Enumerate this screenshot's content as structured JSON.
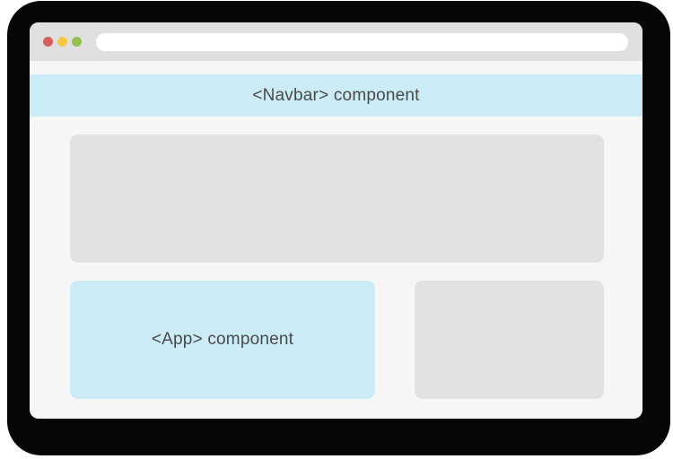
{
  "browser": {
    "traffic_lights": [
      "red",
      "yellow",
      "green"
    ],
    "url_bar_value": "",
    "url_bar_placeholder": ""
  },
  "diagram": {
    "navbar_label": "<Navbar> component",
    "app_label": "<App> component"
  },
  "colors": {
    "shadow_black": "#060606",
    "window_bg": "#f6f6f6",
    "toolbar_bg": "#e1e0e0",
    "urlbar_bg": "#ffffff",
    "dot_red": "#d4605c",
    "dot_yellow": "#f5c645",
    "dot_green": "#92c152",
    "highlight_blue": "#cbebf6",
    "box_gray": "#e2e2e2",
    "text_dark": "#4a4a4a",
    "page_bg": "#ffffff"
  }
}
